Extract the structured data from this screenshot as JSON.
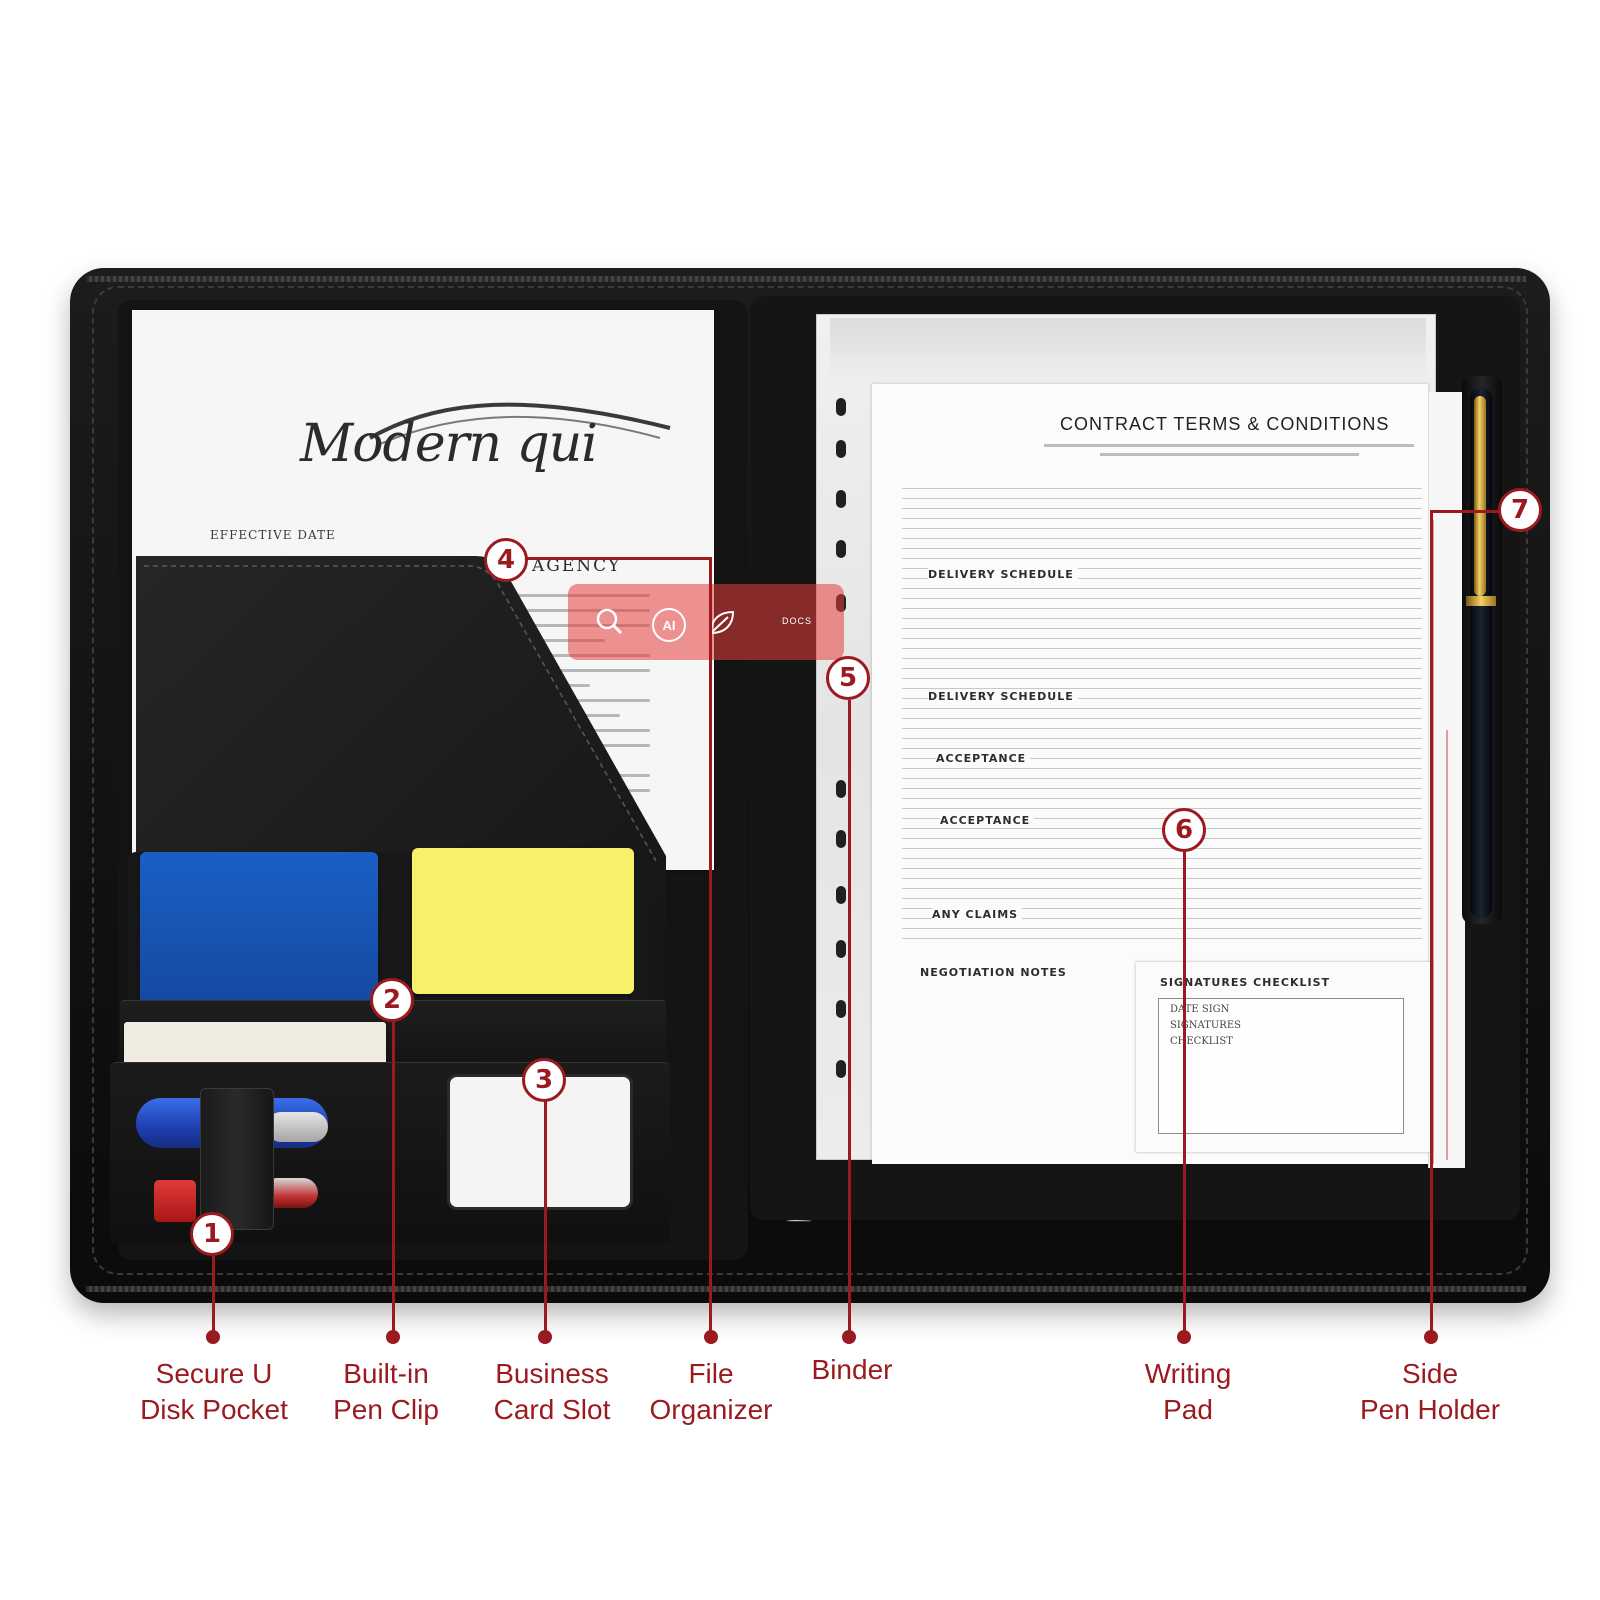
{
  "document": {
    "brand_logo": "Modern qui",
    "effective_date_label": "EFFECTIVE DATE",
    "heading_fragment": "AGENCY"
  },
  "writing_pad": {
    "title": "CONTRACT TERMS & CONDITIONS",
    "sections": [
      "DELIVERY SCHEDULE",
      "DELIVERY SCHEDULE",
      "ACCEPTANCE",
      "ACCEPTANCE",
      "ANY CLAIMS",
      "NEGOTIATION NOTES"
    ],
    "checklist_title": "SIGNATURES CHECKLIST",
    "checklist_items": [
      "DATE SIGN",
      "SIGNATURES",
      "CHECKLIST"
    ]
  },
  "overlay_toolbar": {
    "icons": [
      "search-icon",
      "ai-icon",
      "leaf-icon"
    ],
    "ai_label": "AI",
    "more_label": "DOCS"
  },
  "features": [
    {
      "number": "1",
      "line1": "Secure U",
      "line2": "Disk Pocket"
    },
    {
      "number": "2",
      "line1": "Built-in",
      "line2": "Pen Clip"
    },
    {
      "number": "3",
      "line1": "Business",
      "line2": "Card Slot"
    },
    {
      "number": "4",
      "line1": "File",
      "line2": "Organizer"
    },
    {
      "number": "5",
      "line1": "Binder",
      "line2": ""
    },
    {
      "number": "6",
      "line1": "Writing",
      "line2": "Pad"
    },
    {
      "number": "7",
      "line1": "Side",
      "line2": "Pen Holder"
    }
  ],
  "colors": {
    "callout": "#9b1a1f",
    "leather": "#141414",
    "blue_card": "#1a5fc4",
    "yellow_card": "#f8f06a"
  }
}
